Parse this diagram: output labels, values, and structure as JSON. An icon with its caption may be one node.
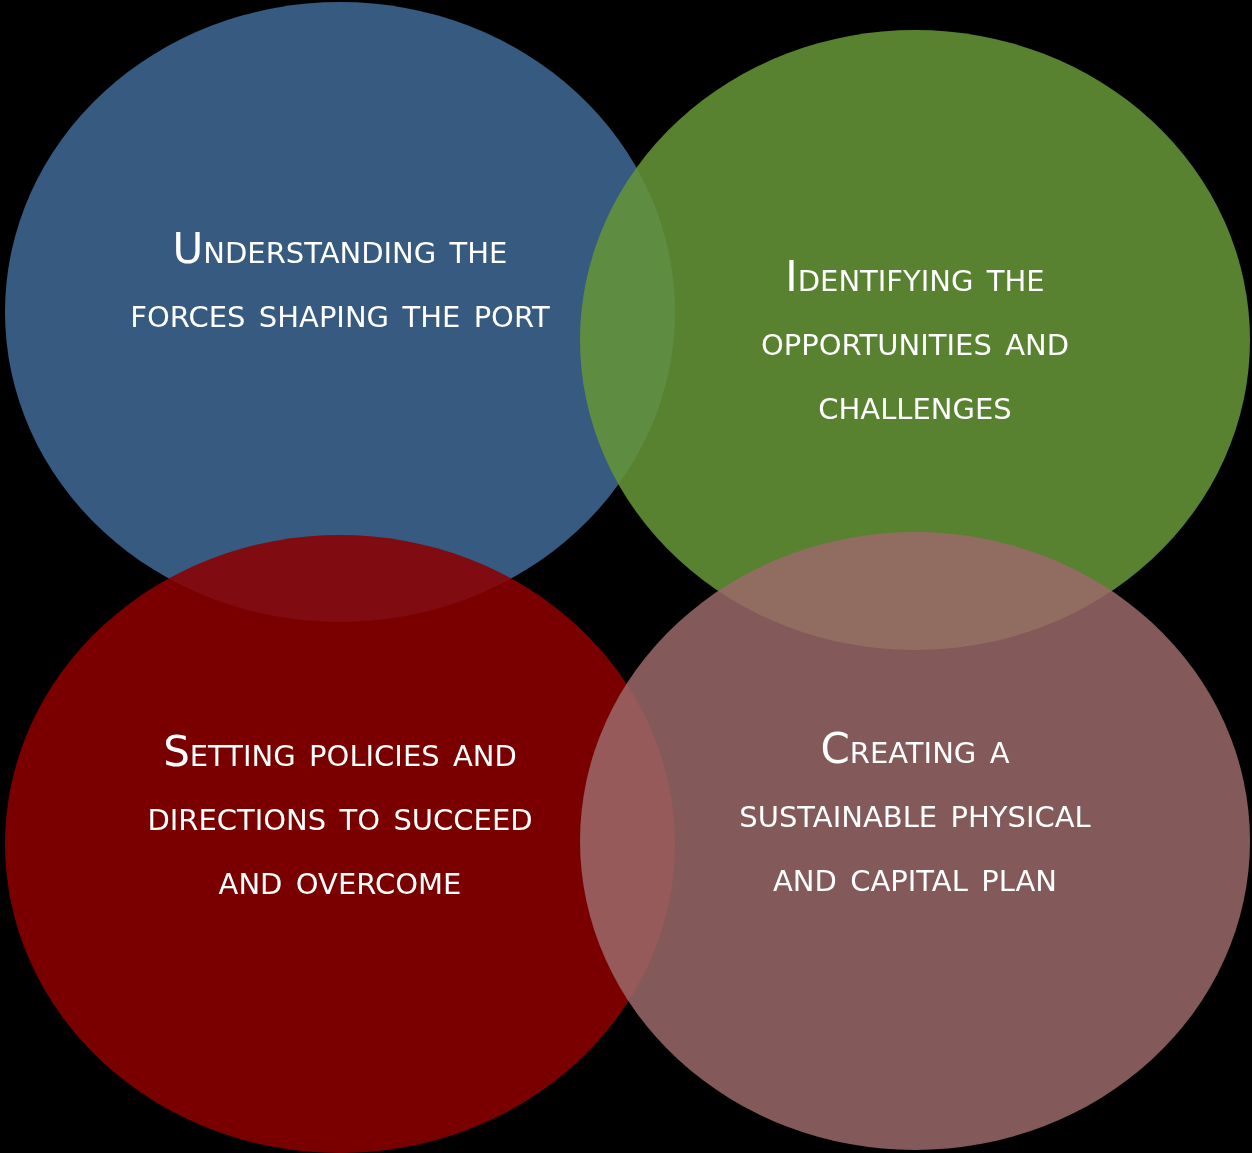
{
  "diagram": {
    "nodes": [
      {
        "text": [
          "Understanding the forces shaping the port"
        ]
      },
      {
        "text": [
          "Identifying the opportunities and challenges"
        ]
      },
      {
        "text": [
          "Setting policies and directions to succeed and overcome"
        ]
      },
      {
        "text": [
          "Creating a sustainable physical and capital plan"
        ]
      }
    ]
  }
}
